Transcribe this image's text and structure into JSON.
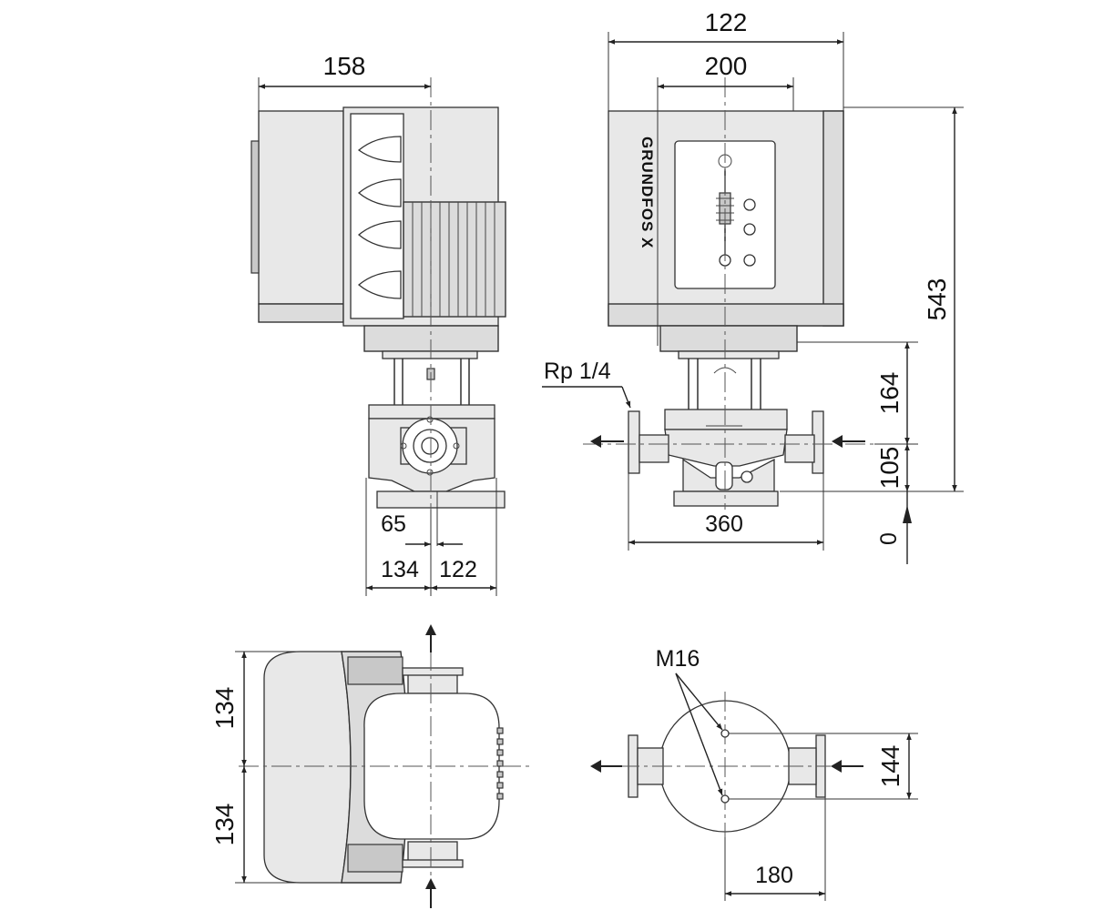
{
  "logo_text": "GRUNDFOS X",
  "dimensions": {
    "side_top_width": "158",
    "front_top_width": "122",
    "front_panel_width": "200",
    "total_height": "543",
    "shaft_height": "164",
    "port_height": "105",
    "base_zero": "0",
    "port_span": "360",
    "offset_65": "65",
    "base_left": "134",
    "base_right": "122",
    "plan_upper": "134",
    "plan_lower": "134",
    "bolt_spacing": "144",
    "bolt_offset": "180"
  },
  "labels": {
    "gauge_port": "Rp 1/4",
    "bolt_size": "M16"
  }
}
